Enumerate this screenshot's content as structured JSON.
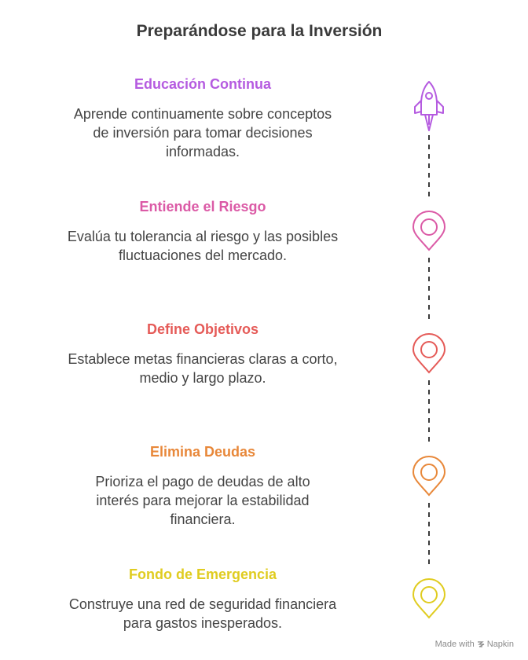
{
  "title": "Preparándose para la Inversión",
  "steps": [
    {
      "heading": "Educación Continua",
      "text": "Aprende continuamente sobre conceptos de inversión para tomar decisiones informadas.",
      "color": "#b55be0",
      "icon": "rocket-icon"
    },
    {
      "heading": "Entiende el Riesgo",
      "text": "Evalúa tu tolerancia al riesgo y las posibles fluctuaciones del mercado.",
      "color": "#db5aa6",
      "icon": "map-pin-icon"
    },
    {
      "heading": "Define Objetivos",
      "text": "Establece metas financieras claras a corto, medio y largo plazo.",
      "color": "#e55b58",
      "icon": "map-pin-icon"
    },
    {
      "heading": "Elimina Deudas",
      "text": "Prioriza el pago de deudas de alto interés para mejorar la estabilidad financiera.",
      "color": "#e8883a",
      "icon": "map-pin-icon"
    },
    {
      "heading": "Fondo de Emergencia",
      "text": "Construye una red de seguridad financiera para gastos inesperados.",
      "color": "#e0cc20",
      "icon": "map-pin-icon"
    }
  ],
  "footer": {
    "made_with": "Made with",
    "brand": "Napkin"
  }
}
